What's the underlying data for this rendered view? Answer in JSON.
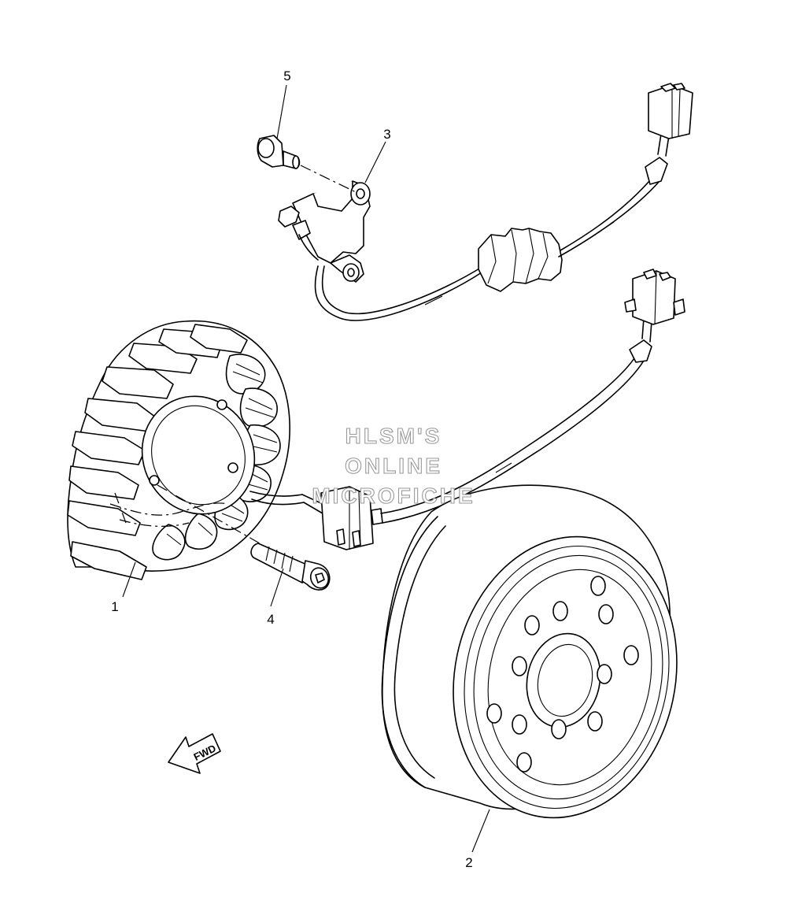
{
  "callouts": [
    {
      "label": "1",
      "part": "stator"
    },
    {
      "label": "2",
      "part": "rotor"
    },
    {
      "label": "3",
      "part": "pickup-coil"
    },
    {
      "label": "4",
      "part": "bolt"
    },
    {
      "label": "5",
      "part": "screw"
    }
  ],
  "watermark": {
    "line1": "HLSM'S",
    "line2": "ONLINE",
    "line3": "MICROFICHE",
    "color": "#9a9a9a"
  },
  "direction_marker": {
    "label": "FWD"
  }
}
